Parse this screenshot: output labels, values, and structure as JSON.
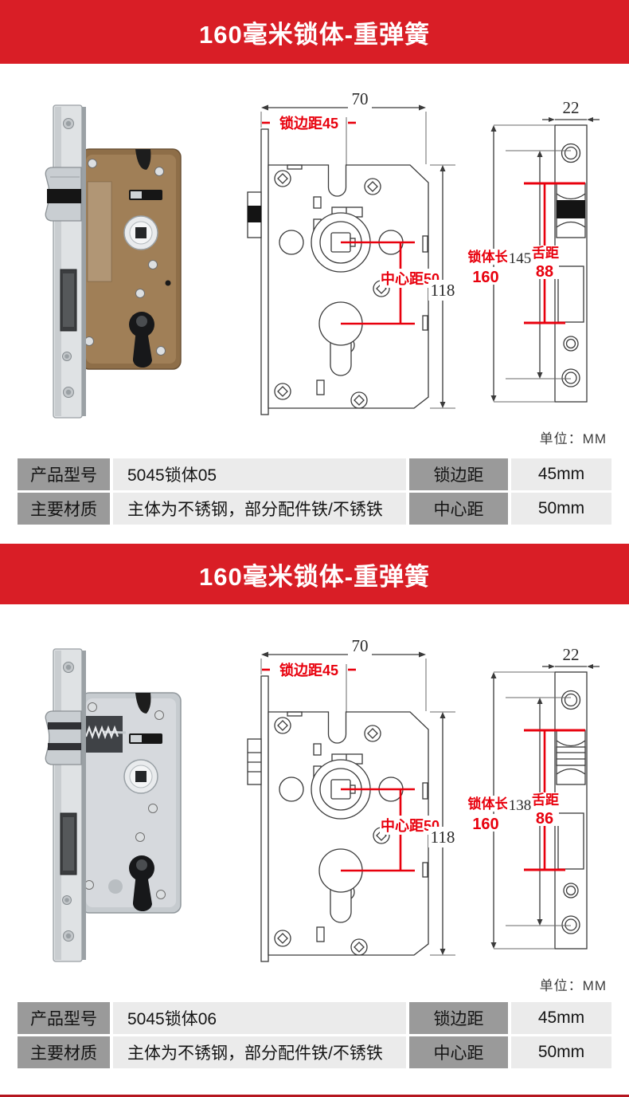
{
  "colors": {
    "header_bg": "#d91e26",
    "header_text": "#ffffff",
    "dimension_red": "#e8000d",
    "drawing_line": "#3a3a3a",
    "table_label_bg": "#9a9a9a",
    "table_value_bg": "#ebebeb",
    "bottom_strip": "#b5161f"
  },
  "sections": [
    {
      "header": "160毫米锁体-重弹簧",
      "photo": {
        "name": "bronze-mortise-lock-body-photo",
        "body_fill": "#8e6e48",
        "body_stroke": "#6b5236",
        "body_inner": "#a3835a"
      },
      "front_diagram": {
        "top_width": "70",
        "edge_label": "锁边距45",
        "center_label": "中心距50",
        "height_label": "118"
      },
      "plate_diagram": {
        "width_label": "22",
        "body_length_label": "锁体长",
        "body_length_value": "160",
        "span_label": "145",
        "tongue_label": "舌距",
        "tongue_value": "88"
      },
      "unit_label": "单位：MM",
      "table": {
        "row1": {
          "label1": "产品型号",
          "value1": "5045锁体05",
          "label2": "锁边距",
          "value2": "45mm"
        },
        "row2": {
          "label1": "主要材质",
          "value1": "主体为不锈钢，部分配件铁/不锈铁",
          "label2": "中心距",
          "value2": "50mm"
        }
      }
    },
    {
      "header": "160毫米锁体-重弹簧",
      "photo": {
        "name": "chrome-mortise-lock-body-photo",
        "body_fill": "#c6cbcf",
        "body_stroke": "#90979c",
        "body_inner": "#d8dcdf"
      },
      "front_diagram": {
        "top_width": "70",
        "edge_label": "锁边距45",
        "center_label": "中心距50",
        "height_label": "118"
      },
      "plate_diagram": {
        "width_label": "22",
        "body_length_label": "锁体长",
        "body_length_value": "160",
        "span_label": "138",
        "tongue_label": "舌距",
        "tongue_value": "86"
      },
      "unit_label": "单位：MM",
      "table": {
        "row1": {
          "label1": "产品型号",
          "value1": "5045锁体06",
          "label2": "锁边距",
          "value2": "45mm"
        },
        "row2": {
          "label1": "主要材质",
          "value1": "主体为不锈钢，部分配件铁/不锈铁",
          "label2": "中心距",
          "value2": "50mm"
        }
      }
    }
  ]
}
